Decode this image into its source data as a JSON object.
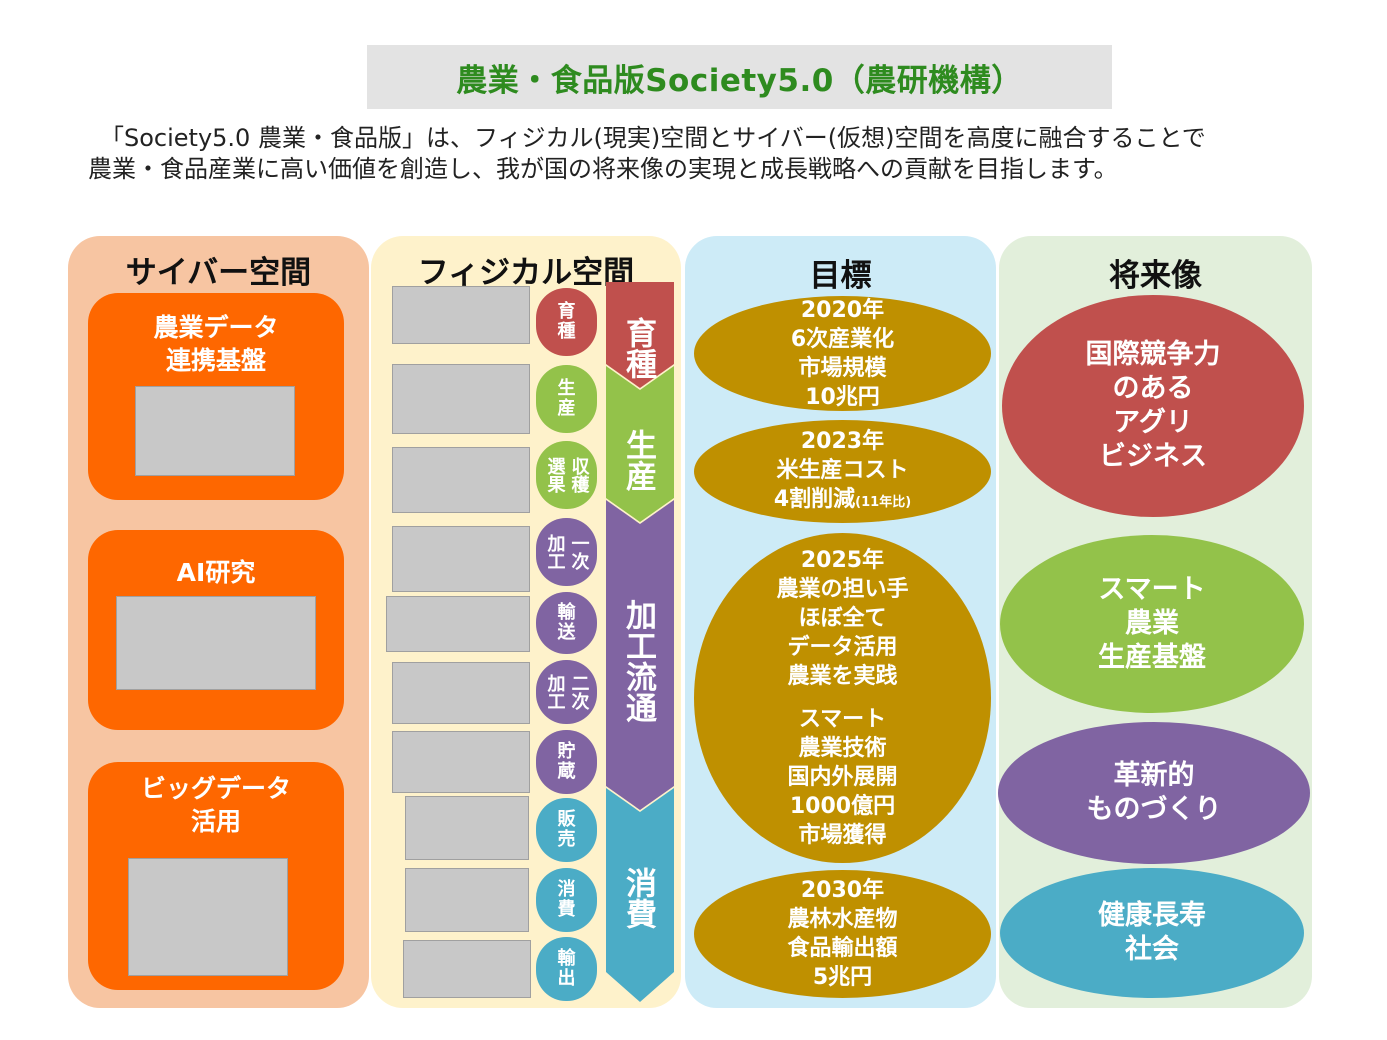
{
  "title": "農業・食品版Society5.0（農研機構）",
  "description": {
    "line1": "「Society5.0 農業・食品版」は、フィジカル(現実)空間とサイバー(仮想)空間を高度に融合することで",
    "line2": "農業・食品産業に高い価値を創造し、我が国の将来像の実現と成長戦略への貢献を目指します。"
  },
  "cyber": {
    "heading": "サイバー空間",
    "boxes": [
      {
        "label1": "農業データ",
        "label2": "連携基盤"
      },
      {
        "label1": "AI研究",
        "label2": ""
      },
      {
        "label1": "ビッグデータ",
        "label2": "活用"
      }
    ]
  },
  "physical": {
    "heading": "フィジカル空間",
    "pills": [
      {
        "a": "育",
        "b": "種"
      },
      {
        "a": "生",
        "b": "産"
      },
      {
        "c1": "選果",
        "c2": "収穫"
      },
      {
        "c1": "加工",
        "c2": "一次"
      },
      {
        "a": "輸",
        "b": "送"
      },
      {
        "c1": "加工",
        "c2": "二次"
      },
      {
        "a": "貯",
        "b": "蔵"
      },
      {
        "a": "販",
        "b": "売"
      },
      {
        "a": "消",
        "b": "費"
      },
      {
        "a": "輸",
        "b": "出"
      }
    ],
    "stages": [
      {
        "label": "育種",
        "color": "#c0504d"
      },
      {
        "label": "生産",
        "color": "#93c24a"
      },
      {
        "label": "加工流通",
        "color": "#8064a2"
      },
      {
        "label": "消費",
        "color": "#4bacc6"
      }
    ]
  },
  "goals": {
    "heading": "目標",
    "items": [
      {
        "lines": [
          "2020年",
          "6次産業化",
          "市場規模",
          "10兆円"
        ]
      },
      {
        "lines": [
          "2023年",
          "米生産コスト"
        ],
        "last": "4割削減",
        "note": "(11年比)"
      },
      {
        "lines": [
          "2025年",
          "農業の担い手",
          "ほぼ全て",
          "データ活用",
          "農業を実践"
        ],
        "lines2": [
          "スマート",
          "農業技術",
          "国内外展開",
          "1000億円",
          "市場獲得"
        ]
      },
      {
        "lines": [
          "2030年",
          "農林水産物",
          "食品輸出額",
          "5兆円"
        ]
      }
    ]
  },
  "future": {
    "heading": "将来像",
    "items": [
      {
        "lines": [
          "国際競争力",
          "のある",
          "アグリ",
          "ビジネス"
        ],
        "color": "#c0504d"
      },
      {
        "lines": [
          "スマート",
          "農業",
          "生産基盤"
        ],
        "color": "#93c24a"
      },
      {
        "lines": [
          "革新的",
          "ものづくり"
        ],
        "color": "#8064a2"
      },
      {
        "lines": [
          "健康長寿",
          "社会"
        ],
        "color": "#4bacc6"
      }
    ]
  }
}
